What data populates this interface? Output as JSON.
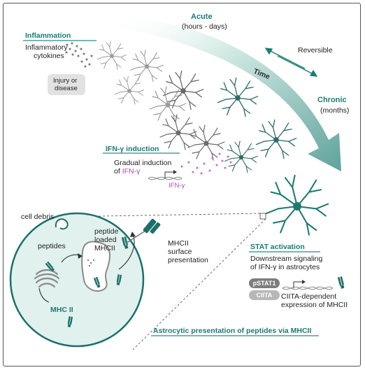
{
  "time_arrow": {
    "acute_label": "Acute",
    "acute_sub": "(hours - days)",
    "time_label": "Time",
    "chronic_label": "Chronic",
    "chronic_sub": "(months)",
    "reversible_label": "Reversible"
  },
  "inflammation": {
    "heading": "Inflammation",
    "cytokines_line1": "Inflammatory",
    "cytokines_line2": "cytokines",
    "injury_line1": "Injury or",
    "injury_line2": "disease"
  },
  "ifn": {
    "heading": "IFN-γ induction",
    "gradual_line1": "Gradual induction",
    "gradual_prefix": "of",
    "gradual_emph": "IFN-γ",
    "gene_label": "IFN-γ"
  },
  "stat": {
    "heading": "STAT activation",
    "line1": "Downstream signaling",
    "line2": "of IFN-γ in astrocytes",
    "pstat1": "pSTAT1",
    "ciita": "CIITA",
    "ciita_line1": "CIITA-dependent",
    "ciita_line2": "expression of MHCII"
  },
  "cell": {
    "debris": "cell debris",
    "peptides": "peptides",
    "loaded_line1": "peptide",
    "loaded_line2": "loaded",
    "loaded_line3": "MHCII",
    "mhc": "MHC II",
    "surface_line1": "MHCII",
    "surface_line2": "surface",
    "surface_line3": "presentation"
  },
  "bottom_heading": "Astrocytic presentation of peptides via MHCII",
  "colors": {
    "teal_dark": "#1c6f6a",
    "teal": "#2a8a82",
    "teal_light": "#d9ede9",
    "grey_cell": "#8a8a8a",
    "pink": "#b24bb0",
    "cell_fill": "#e1f1ee"
  }
}
